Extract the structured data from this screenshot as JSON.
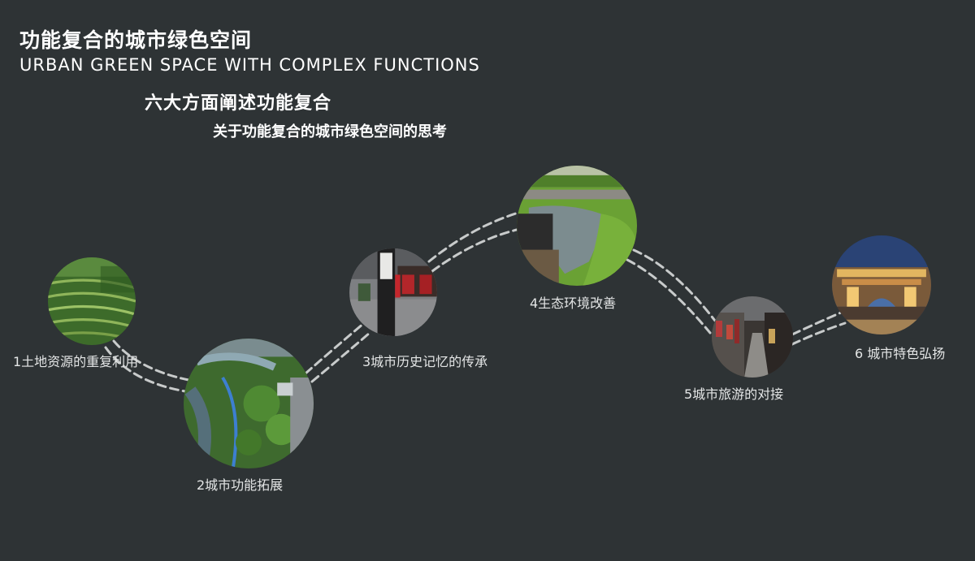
{
  "header": {
    "title_cn": "功能复合的城市绿色空间",
    "title_en": "URBAN GREEN SPACE WITH COMPLEX FUNCTIONS",
    "subtitle": "六大方面阐述功能复合",
    "subtitle2": "关于功能复合的城市绿色空间的思考"
  },
  "nodes": [
    {
      "label": "1土地资源的重复利用",
      "image": "terraced-farmland"
    },
    {
      "label": "2城市功能拓展",
      "image": "aerial-park-river"
    },
    {
      "label": "3城市历史记忆的传承",
      "image": "historic-street-sign"
    },
    {
      "label": "4生态环境改善",
      "image": "green-lawn-pond"
    },
    {
      "label": "5城市旅游的对接",
      "image": "old-town-alley"
    },
    {
      "label": "6 城市特色弘扬",
      "image": "illuminated-archway"
    }
  ],
  "colors": {
    "background": "#2e3335",
    "connector": "#c8cbcb",
    "text": "#ffffff"
  }
}
